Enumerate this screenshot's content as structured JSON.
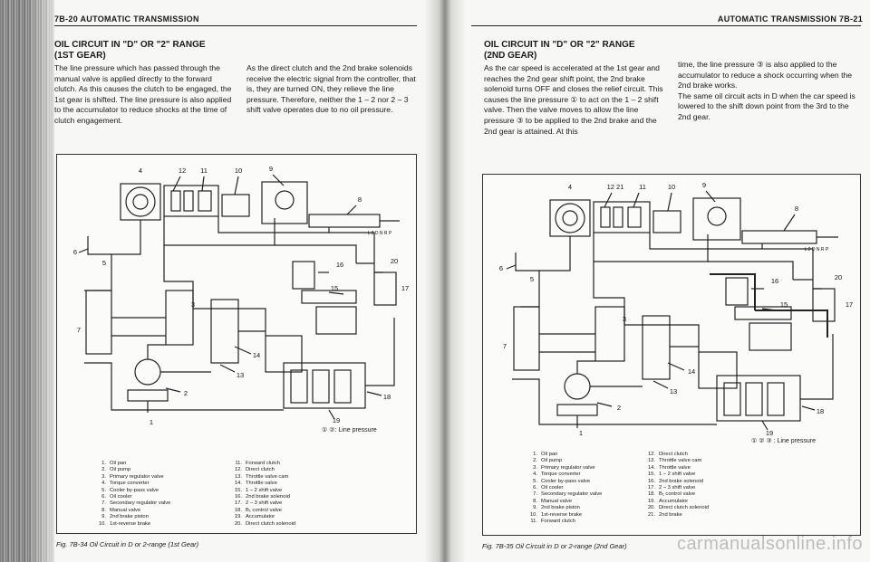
{
  "left_page": {
    "running_head": "7B-20  AUTOMATIC TRANSMISSION",
    "section_title_line1": "OIL CIRCUIT IN \"D\" OR \"2\" RANGE",
    "section_title_line2": "(1ST GEAR)",
    "paragraph_col1": "The line pressure which has passed through the manual valve is applied directly to the forward clutch. As this causes the clutch to be engaged, the 1st gear is shifted. The line pressure is also applied to the accumulator to reduce shocks at the time of clutch engagement.",
    "paragraph_col2": "As the direct clutch and the 2nd brake solenoids receive the electric signal from the controller, that is, they are turned ON, they relieve the line pressure. Therefore, neither the 1 – 2 nor 2 – 3 shift valve operates due to no oil pressure.",
    "pressure_note": "① ②: Line pressure",
    "legend_col1": [
      {
        "n": "1.",
        "t": "Oil pan"
      },
      {
        "n": "2.",
        "t": "Oil pump"
      },
      {
        "n": "3.",
        "t": "Primary regulator valve"
      },
      {
        "n": "4.",
        "t": "Torque converter"
      },
      {
        "n": "5.",
        "t": "Cooler by-pass valve"
      },
      {
        "n": "6.",
        "t": "Oil cooler"
      },
      {
        "n": "7.",
        "t": "Secondary regulator valve"
      },
      {
        "n": "8.",
        "t": "Manual valve"
      },
      {
        "n": "9.",
        "t": "2nd brake piston"
      },
      {
        "n": "10.",
        "t": "1st-reverse brake"
      }
    ],
    "legend_col2": [
      {
        "n": "11.",
        "t": "Forward clutch"
      },
      {
        "n": "12.",
        "t": "Direct clutch"
      },
      {
        "n": "13.",
        "t": "Throttle valve cam"
      },
      {
        "n": "14.",
        "t": "Throttle valve"
      },
      {
        "n": "15.",
        "t": "1 – 2 shift valve"
      },
      {
        "n": "16.",
        "t": "2nd brake solenoid"
      },
      {
        "n": "17.",
        "t": "2 – 3 shift valve"
      },
      {
        "n": "18.",
        "t": "B₁ control valve"
      },
      {
        "n": "19.",
        "t": "Accumulator"
      },
      {
        "n": "20.",
        "t": "Direct clutch solenoid"
      }
    ],
    "caption": "Fig. 7B-34  Oil Circuit in D or 2-range (1st Gear)",
    "diagram_labels": [
      "4",
      "12",
      "10",
      "9",
      "11",
      "8",
      "6",
      "5",
      "1",
      "16",
      "20",
      "15",
      "17",
      "3",
      "7",
      "14",
      "13",
      "2",
      "18",
      "19"
    ],
    "manual_range_marks": "L 2 D N R P"
  },
  "right_page": {
    "running_head": "AUTOMATIC TRANSMISSION  7B-21",
    "section_title_line1": "OIL CIRCUIT IN \"D\" OR \"2\" RANGE",
    "section_title_line2": "(2ND GEAR)",
    "paragraph_col1": "As the car speed is accelerated at the 1st gear and reaches the 2nd gear shift point, the 2nd brake solenoid turns OFF and closes the relief circuit. This causes the line pressure ① to act on the 1 – 2 shift valve. Then the valve moves to allow the line pressure ③ to be applied to the 2nd brake and the 2nd gear is attained. At this",
    "paragraph_col2a": "time, the line pressure ③ is also applied to the accumulator to reduce a shock occurring when the 2nd brake works.",
    "paragraph_col2b": "The same oil circuit acts in D when the car speed is lowered to the shift down point from the 3rd to the 2nd gear.",
    "pressure_note": "① ② ③ : Line pressure",
    "legend_col1": [
      {
        "n": "1.",
        "t": "Oil pan"
      },
      {
        "n": "2.",
        "t": "Oil pump"
      },
      {
        "n": "3.",
        "t": "Primary regulator valve"
      },
      {
        "n": "4.",
        "t": "Torque converter"
      },
      {
        "n": "5.",
        "t": "Cooler by-pass valve"
      },
      {
        "n": "6.",
        "t": "Oil cooler"
      },
      {
        "n": "7.",
        "t": "Secondary regulator valve"
      },
      {
        "n": "8.",
        "t": "Manual valve"
      },
      {
        "n": "9.",
        "t": "2nd brake piston"
      },
      {
        "n": "10.",
        "t": "1st-reverse brake"
      },
      {
        "n": "11.",
        "t": "Forward clutch"
      }
    ],
    "legend_col2": [
      {
        "n": "12.",
        "t": "Direct clutch"
      },
      {
        "n": "13.",
        "t": "Throttle valve cam"
      },
      {
        "n": "14.",
        "t": "Throttle valve"
      },
      {
        "n": "15.",
        "t": "1 – 2 shift valve"
      },
      {
        "n": "16.",
        "t": "2nd brake solenoid"
      },
      {
        "n": "17.",
        "t": "2 – 3 shift valve"
      },
      {
        "n": "18.",
        "t": "B₁ control valve"
      },
      {
        "n": "19.",
        "t": "Accumulator"
      },
      {
        "n": "20.",
        "t": "Direct clutch solenoid"
      },
      {
        "n": "21.",
        "t": "2nd brake"
      }
    ],
    "caption": "Fig. 7B-35  Oil Circuit in D or 2-range (2nd Gear)",
    "diagram_labels": [
      "4",
      "12 21",
      "11",
      "10",
      "9",
      "8",
      "6",
      "5",
      "1",
      "16",
      "20",
      "15",
      "17",
      "3",
      "7",
      "14",
      "13",
      "2",
      "18",
      "19"
    ],
    "manual_range_marks": "L 2 D N R P"
  },
  "watermark": "carmanualsonline.info"
}
